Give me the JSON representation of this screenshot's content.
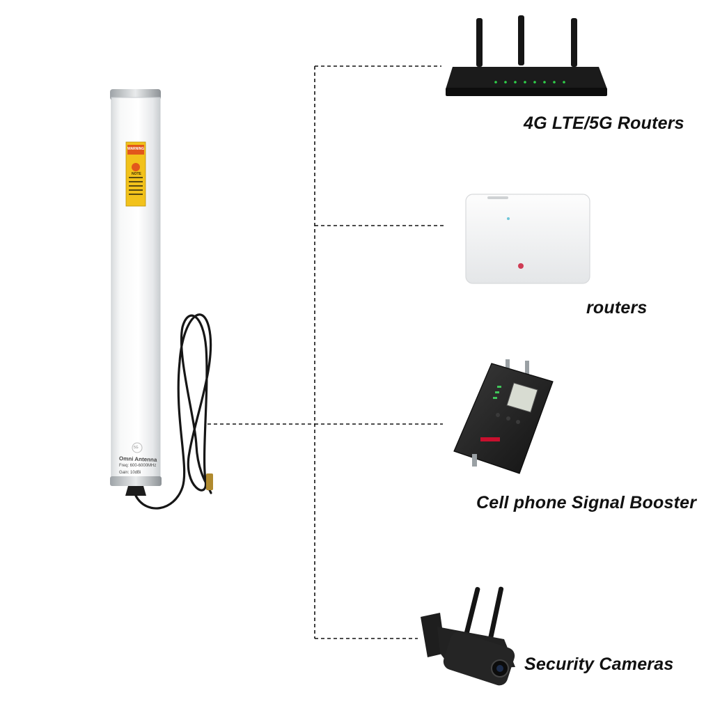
{
  "antenna": {
    "label_lines": [
      "Omni Antenna",
      "Freq: 600-6000MHz",
      "Gain: 10dBi"
    ],
    "warning_sticker": [
      "WARNING",
      "NOTE"
    ],
    "band_badge": "5G"
  },
  "devices": [
    {
      "id": "router-4g",
      "label": "4G LTE/5G Routers",
      "icon": "tri-antenna-router-icon"
    },
    {
      "id": "router-home",
      "label": "routers",
      "icon": "white-router-box-icon"
    },
    {
      "id": "booster",
      "label": "Cell phone Signal Booster",
      "icon": "signal-booster-icon"
    },
    {
      "id": "camera",
      "label": "Security Cameras",
      "icon": "bullet-camera-icon"
    }
  ],
  "colors": {
    "background": "#ffffff",
    "connector_line": "#111111",
    "antenna_body": "#eef0f1",
    "device_black": "#1b1b1b",
    "label_text": "#111111",
    "sticker_yellow": "#f2c21b"
  }
}
